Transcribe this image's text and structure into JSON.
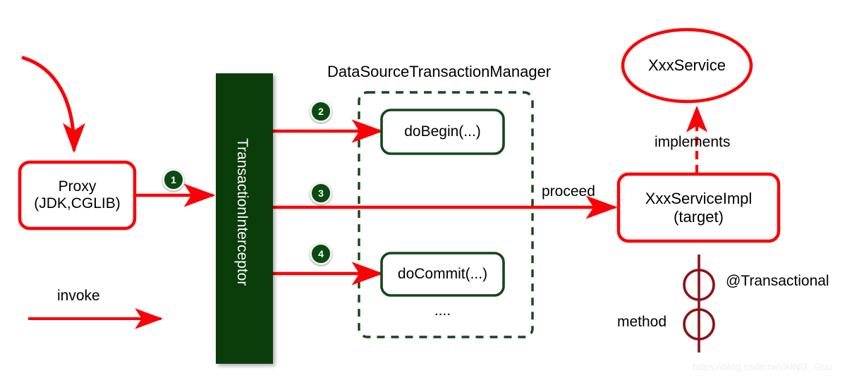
{
  "diagram": {
    "title_center": "DataSourceTransactionManager",
    "colors": {
      "red": "#fb0007",
      "dark_green": "#0b3d0b",
      "box_green": "#14471a",
      "badge_green": "#0b4a10",
      "maroon": "#8b1216",
      "black": "#000000",
      "watermark": "#eeeeee"
    },
    "nodes": {
      "proxy": {
        "line1": "Proxy",
        "line2": "(JDK,CGLIB)"
      },
      "interceptor": {
        "label": "TransactionInterceptor"
      },
      "do_begin": {
        "label": "doBegin(...)"
      },
      "do_commit": {
        "label": "doCommit(...)"
      },
      "ellipsis": {
        "label": "...."
      },
      "xxx_service": {
        "label": "XxxService"
      },
      "xxx_service_impl": {
        "line1": "XxxServiceImpl",
        "line2": "(target)"
      }
    },
    "labels": {
      "invoke": "invoke",
      "proceed": "proceed",
      "implements": "implements",
      "transactional": "@Transactional",
      "method": "method"
    },
    "badges": [
      {
        "number": "1"
      },
      {
        "number": "2"
      },
      {
        "number": "3"
      },
      {
        "number": "4"
      }
    ],
    "watermark": "https://blog.csdn.net/XING_Gou"
  }
}
